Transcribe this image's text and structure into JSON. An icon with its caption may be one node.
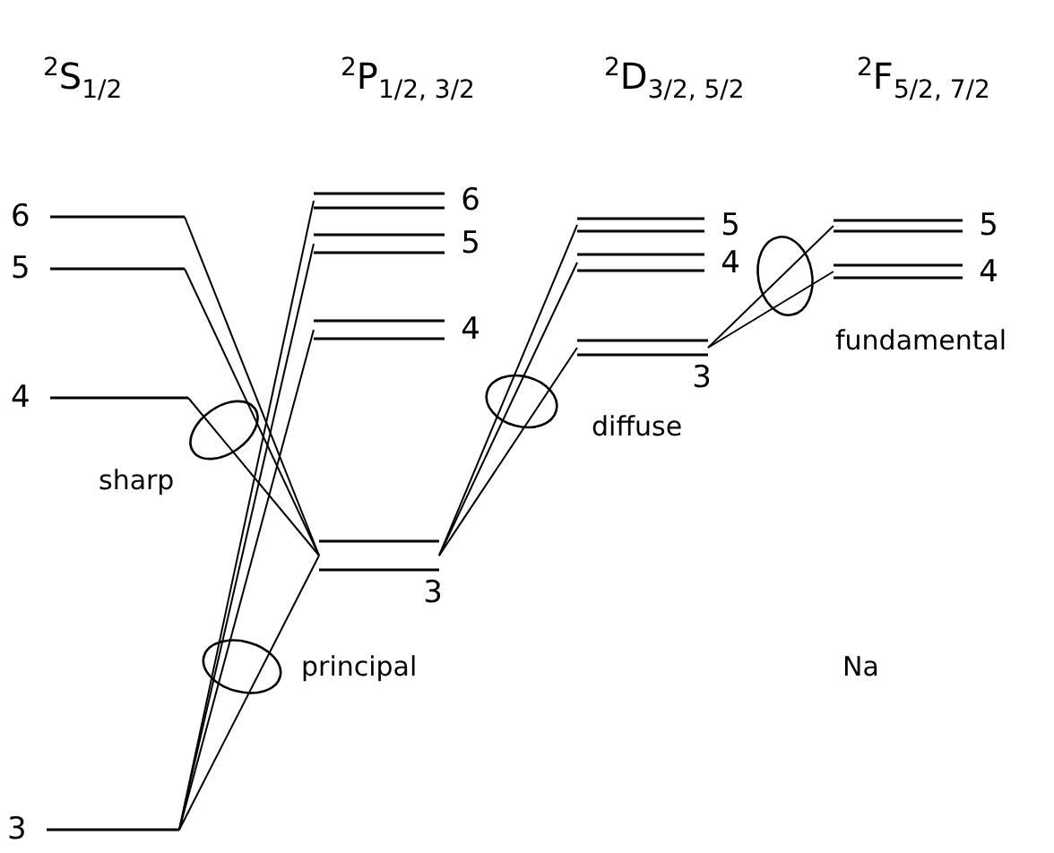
{
  "diagram": {
    "nodes": [
      {
        "text": [
          "6"
        ]
      },
      {
        "text": [
          "5"
        ]
      },
      {
        "text": [
          "4"
        ]
      },
      {
        "text": [
          "3"
        ]
      },
      {
        "text": [
          "6"
        ]
      },
      {
        "text": [
          "5"
        ]
      },
      {
        "text": [
          "4"
        ]
      },
      {
        "text": [
          "3"
        ]
      },
      {
        "text": [
          "5"
        ]
      },
      {
        "text": [
          "4"
        ]
      },
      {
        "text": [
          "3"
        ]
      },
      {
        "text": [
          "5"
        ]
      },
      {
        "text": [
          "4"
        ]
      }
    ],
    "edges": [
      {
        "from": 2,
        "to": 7,
        "arrow": "none"
      },
      {
        "from": 1,
        "to": 7,
        "arrow": "none"
      },
      {
        "from": 0,
        "to": 7,
        "arrow": "none"
      },
      {
        "from": 3,
        "to": 7,
        "arrow": "none"
      },
      {
        "from": 3,
        "to": 6,
        "arrow": "none"
      },
      {
        "from": 3,
        "to": 5,
        "arrow": "none"
      },
      {
        "from": 3,
        "to": 4,
        "arrow": "none"
      },
      {
        "from": 7,
        "to": 10,
        "arrow": "none"
      },
      {
        "from": 7,
        "to": 9,
        "arrow": "none"
      },
      {
        "from": 7,
        "to": 8,
        "arrow": "none"
      },
      {
        "from": 10,
        "to": 12,
        "arrow": "none"
      },
      {
        "from": 10,
        "to": 11,
        "arrow": "none"
      }
    ],
    "labels": [
      "$^{2}$S$_{1/2}$",
      "$^{2}$P$_{1/2, 3/2}$",
      "$^{2}$D$_{3/2, 5/2}$",
      "$^{2}$F$_{5/2, 7/2}$",
      "fundamental",
      "diffuse",
      "sharp",
      "principal",
      "Na"
    ]
  }
}
